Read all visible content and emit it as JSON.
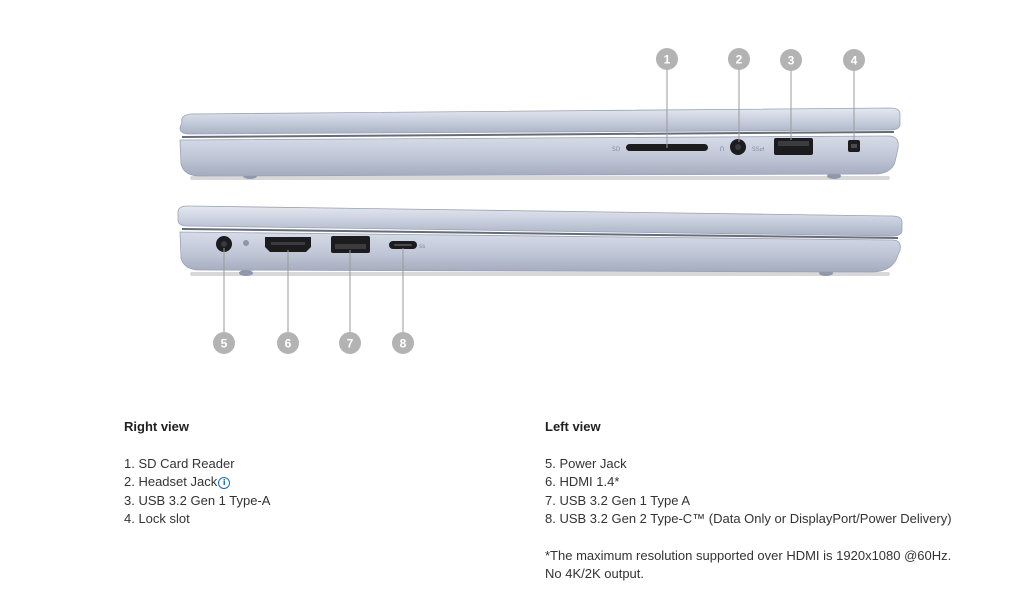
{
  "callouts": {
    "right": [
      "1",
      "2",
      "3",
      "4"
    ],
    "left": [
      "5",
      "6",
      "7",
      "8"
    ]
  },
  "right_view": {
    "heading": "Right view",
    "items": [
      {
        "text": "1. SD Card Reader",
        "info": false
      },
      {
        "text": "2. Headset Jack",
        "info": true
      },
      {
        "text": "3. USB 3.2 Gen 1 Type-A",
        "info": false
      },
      {
        "text": "4. Lock slot",
        "info": false
      }
    ]
  },
  "left_view": {
    "heading": "Left view",
    "items": [
      {
        "text": "5. Power Jack"
      },
      {
        "text": "6. HDMI 1.4*"
      },
      {
        "text": "7. USB 3.2 Gen 1 Type A"
      },
      {
        "text": "8. USB 3.2 Gen 2 Type-C™ (Data Only or DisplayPort/Power Delivery)"
      }
    ],
    "footnote_line1": "*The maximum resolution supported over HDMI is 1920x1080 @60Hz.",
    "footnote_line2": "No 4K/2K output."
  },
  "info_icon": "info-circle-icon",
  "colors": {
    "callout_fill": "#b3b3b3",
    "chassis": "#c9cfdd",
    "info_accent": "#1b6fb5"
  }
}
